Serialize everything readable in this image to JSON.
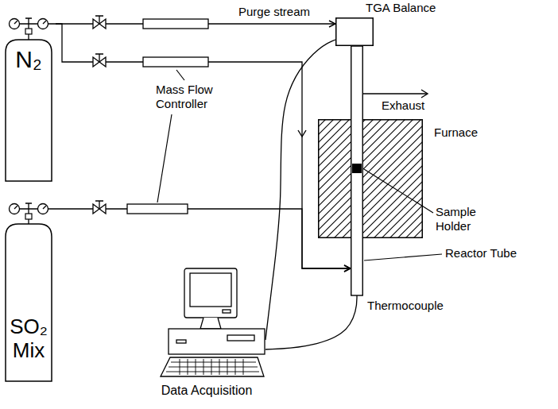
{
  "diagram": {
    "nodes": [
      {
        "text": [
          "N₂"
        ]
      },
      {
        "text": [
          "TGA Balance"
        ]
      },
      {
        "text": [
          "Furnace"
        ]
      },
      {
        "text": [
          "Reactor Tube"
        ]
      },
      {
        "text": [
          "SO₂ Mix"
        ]
      },
      {
        "text": [
          "Data Acquisition"
        ]
      }
    ],
    "edges": [
      {
        "from": 0,
        "to": 1,
        "label": "Purge stream",
        "arrow": "to"
      },
      {
        "from": 0,
        "to": 3,
        "arrow": "to"
      },
      {
        "from": 4,
        "to": 3,
        "arrow": "to"
      },
      {
        "from": 1,
        "to": 5,
        "arrow": "none"
      },
      {
        "from": 3,
        "to": 5,
        "arrow": "none"
      }
    ],
    "labels": [
      "Exhaust",
      "Mass Flow Controller",
      "Sample Holder",
      "Thermocouple"
    ]
  }
}
